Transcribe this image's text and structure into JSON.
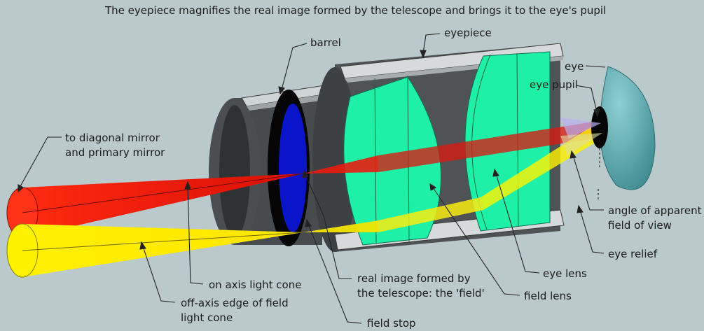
{
  "title": "The eyepiece magnifies the real image formed by the telescope and brings it to the eye's pupil",
  "labels": {
    "barrel": "barrel",
    "eyepiece": "eyepiece",
    "eye": "eye",
    "eye_pupil": "eye pupil",
    "to_mirror_1": "to diagonal mirror",
    "to_mirror_2": "and primary mirror",
    "angle_1": "angle of apparent",
    "angle_2": "field of view",
    "eye_relief": "eye relief",
    "eye_lens": "eye lens",
    "field_lens": "field lens",
    "real_image_1": "real image formed by",
    "real_image_2": "the telescope: the 'field'",
    "on_axis": "on axis light cone",
    "off_axis_1": "off-axis edge of field",
    "off_axis_2": "light cone",
    "field_stop": "field stop"
  },
  "colors": {
    "background": "#b9c9cc",
    "on_axis_cone": "#ff1a0a",
    "off_axis_cone": "#ffee00",
    "lens_glass": "#1ef0a8",
    "barrel_body": "#474b4e",
    "field_stop": "#0a14c8",
    "eye": "#5aa6ab"
  }
}
